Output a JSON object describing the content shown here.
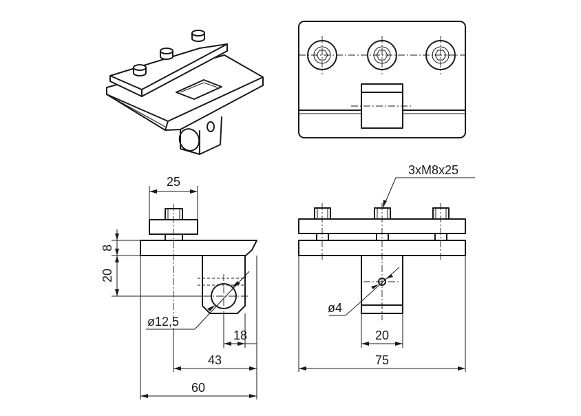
{
  "dimensions": {
    "front_width_top": "25",
    "plate_thickness": "8",
    "block_height": "20",
    "bore_diameter": "ø12,5",
    "block_width": "18",
    "bore_offset": "43",
    "overall_depth": "60",
    "screws_callout": "3xM8x25",
    "pin_hole_diameter": "ø4",
    "side_block_width": "20",
    "overall_width": "75"
  }
}
